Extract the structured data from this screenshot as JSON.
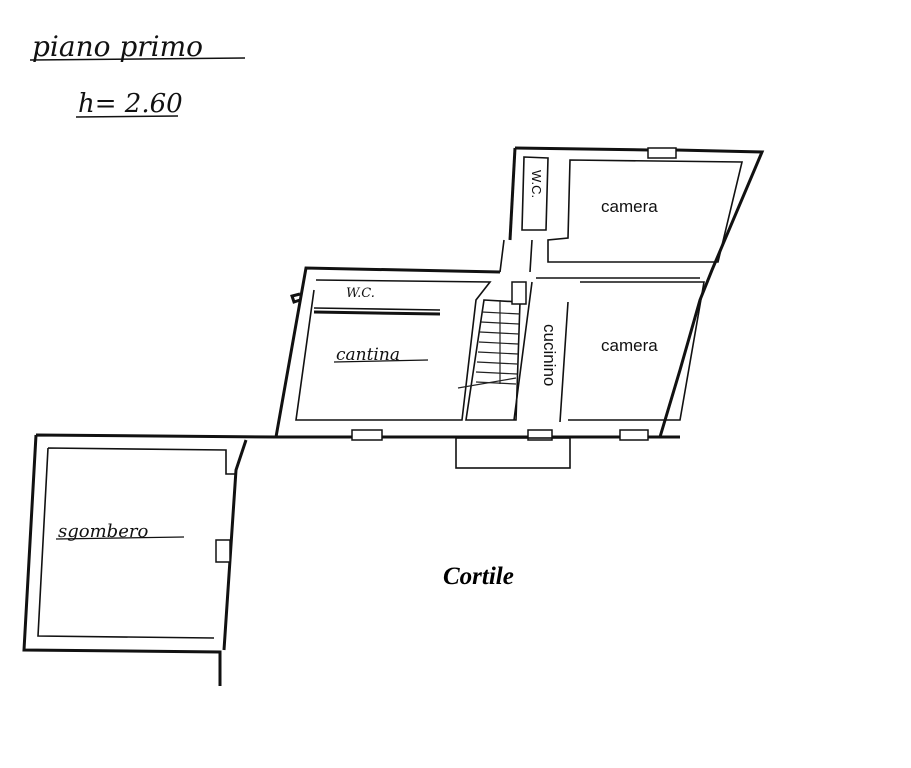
{
  "header": {
    "floor_label": "piano primo",
    "height_label": "h= 2.60"
  },
  "rooms": {
    "wc_upper": "W.C.",
    "camera_upper": "camera",
    "wc_lower": "W.C.",
    "cantina": "cantina",
    "cucinino": "cucinino",
    "camera_lower": "camera",
    "sgombero": "sgombero"
  },
  "outdoor": {
    "courtyard": "Cortile"
  }
}
